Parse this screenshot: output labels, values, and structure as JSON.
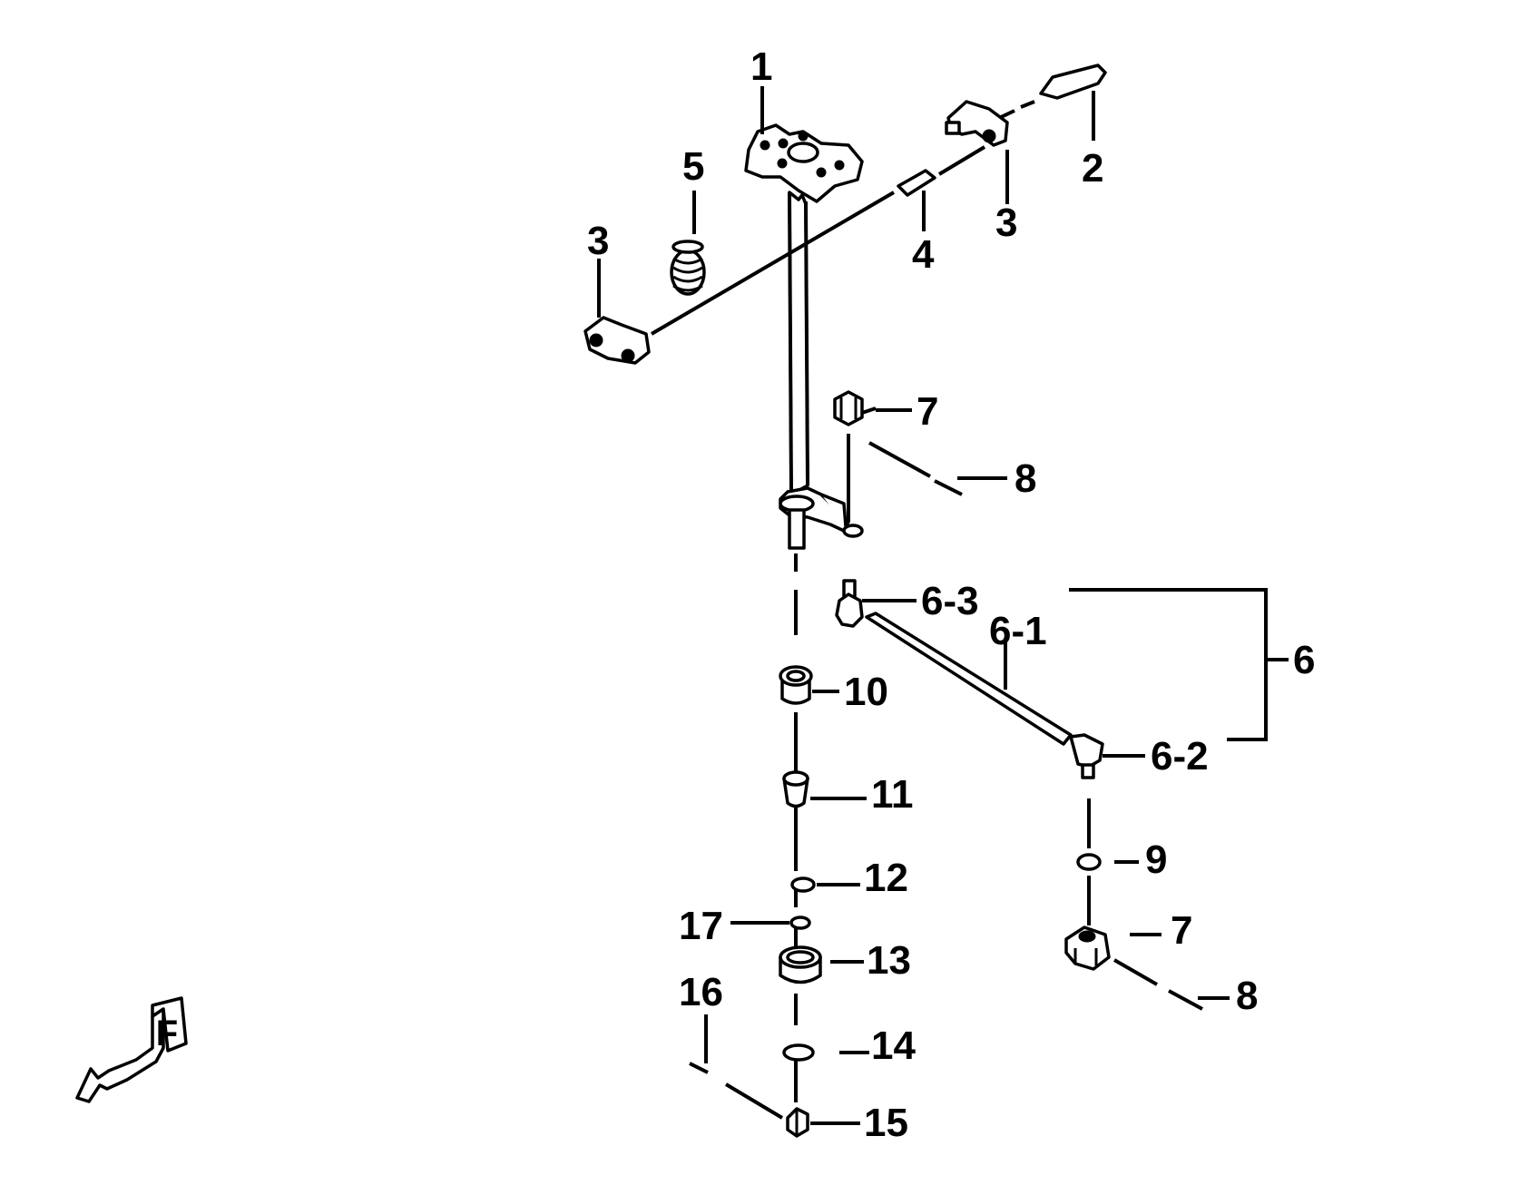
{
  "diagram": {
    "callouts": {
      "p1": "1",
      "p2": "2",
      "p3a": "3",
      "p3b": "3",
      "p4": "4",
      "p5": "5",
      "p6": "6",
      "p6_1": "6-1",
      "p6_2": "6-2",
      "p6_3": "6-3",
      "p7a": "7",
      "p7b": "7",
      "p8a": "8",
      "p8b": "8",
      "p9": "9",
      "p10": "10",
      "p11": "11",
      "p12": "12",
      "p13": "13",
      "p14": "14",
      "p15": "15",
      "p16": "16",
      "p17": "17"
    },
    "front_marker": "F"
  }
}
